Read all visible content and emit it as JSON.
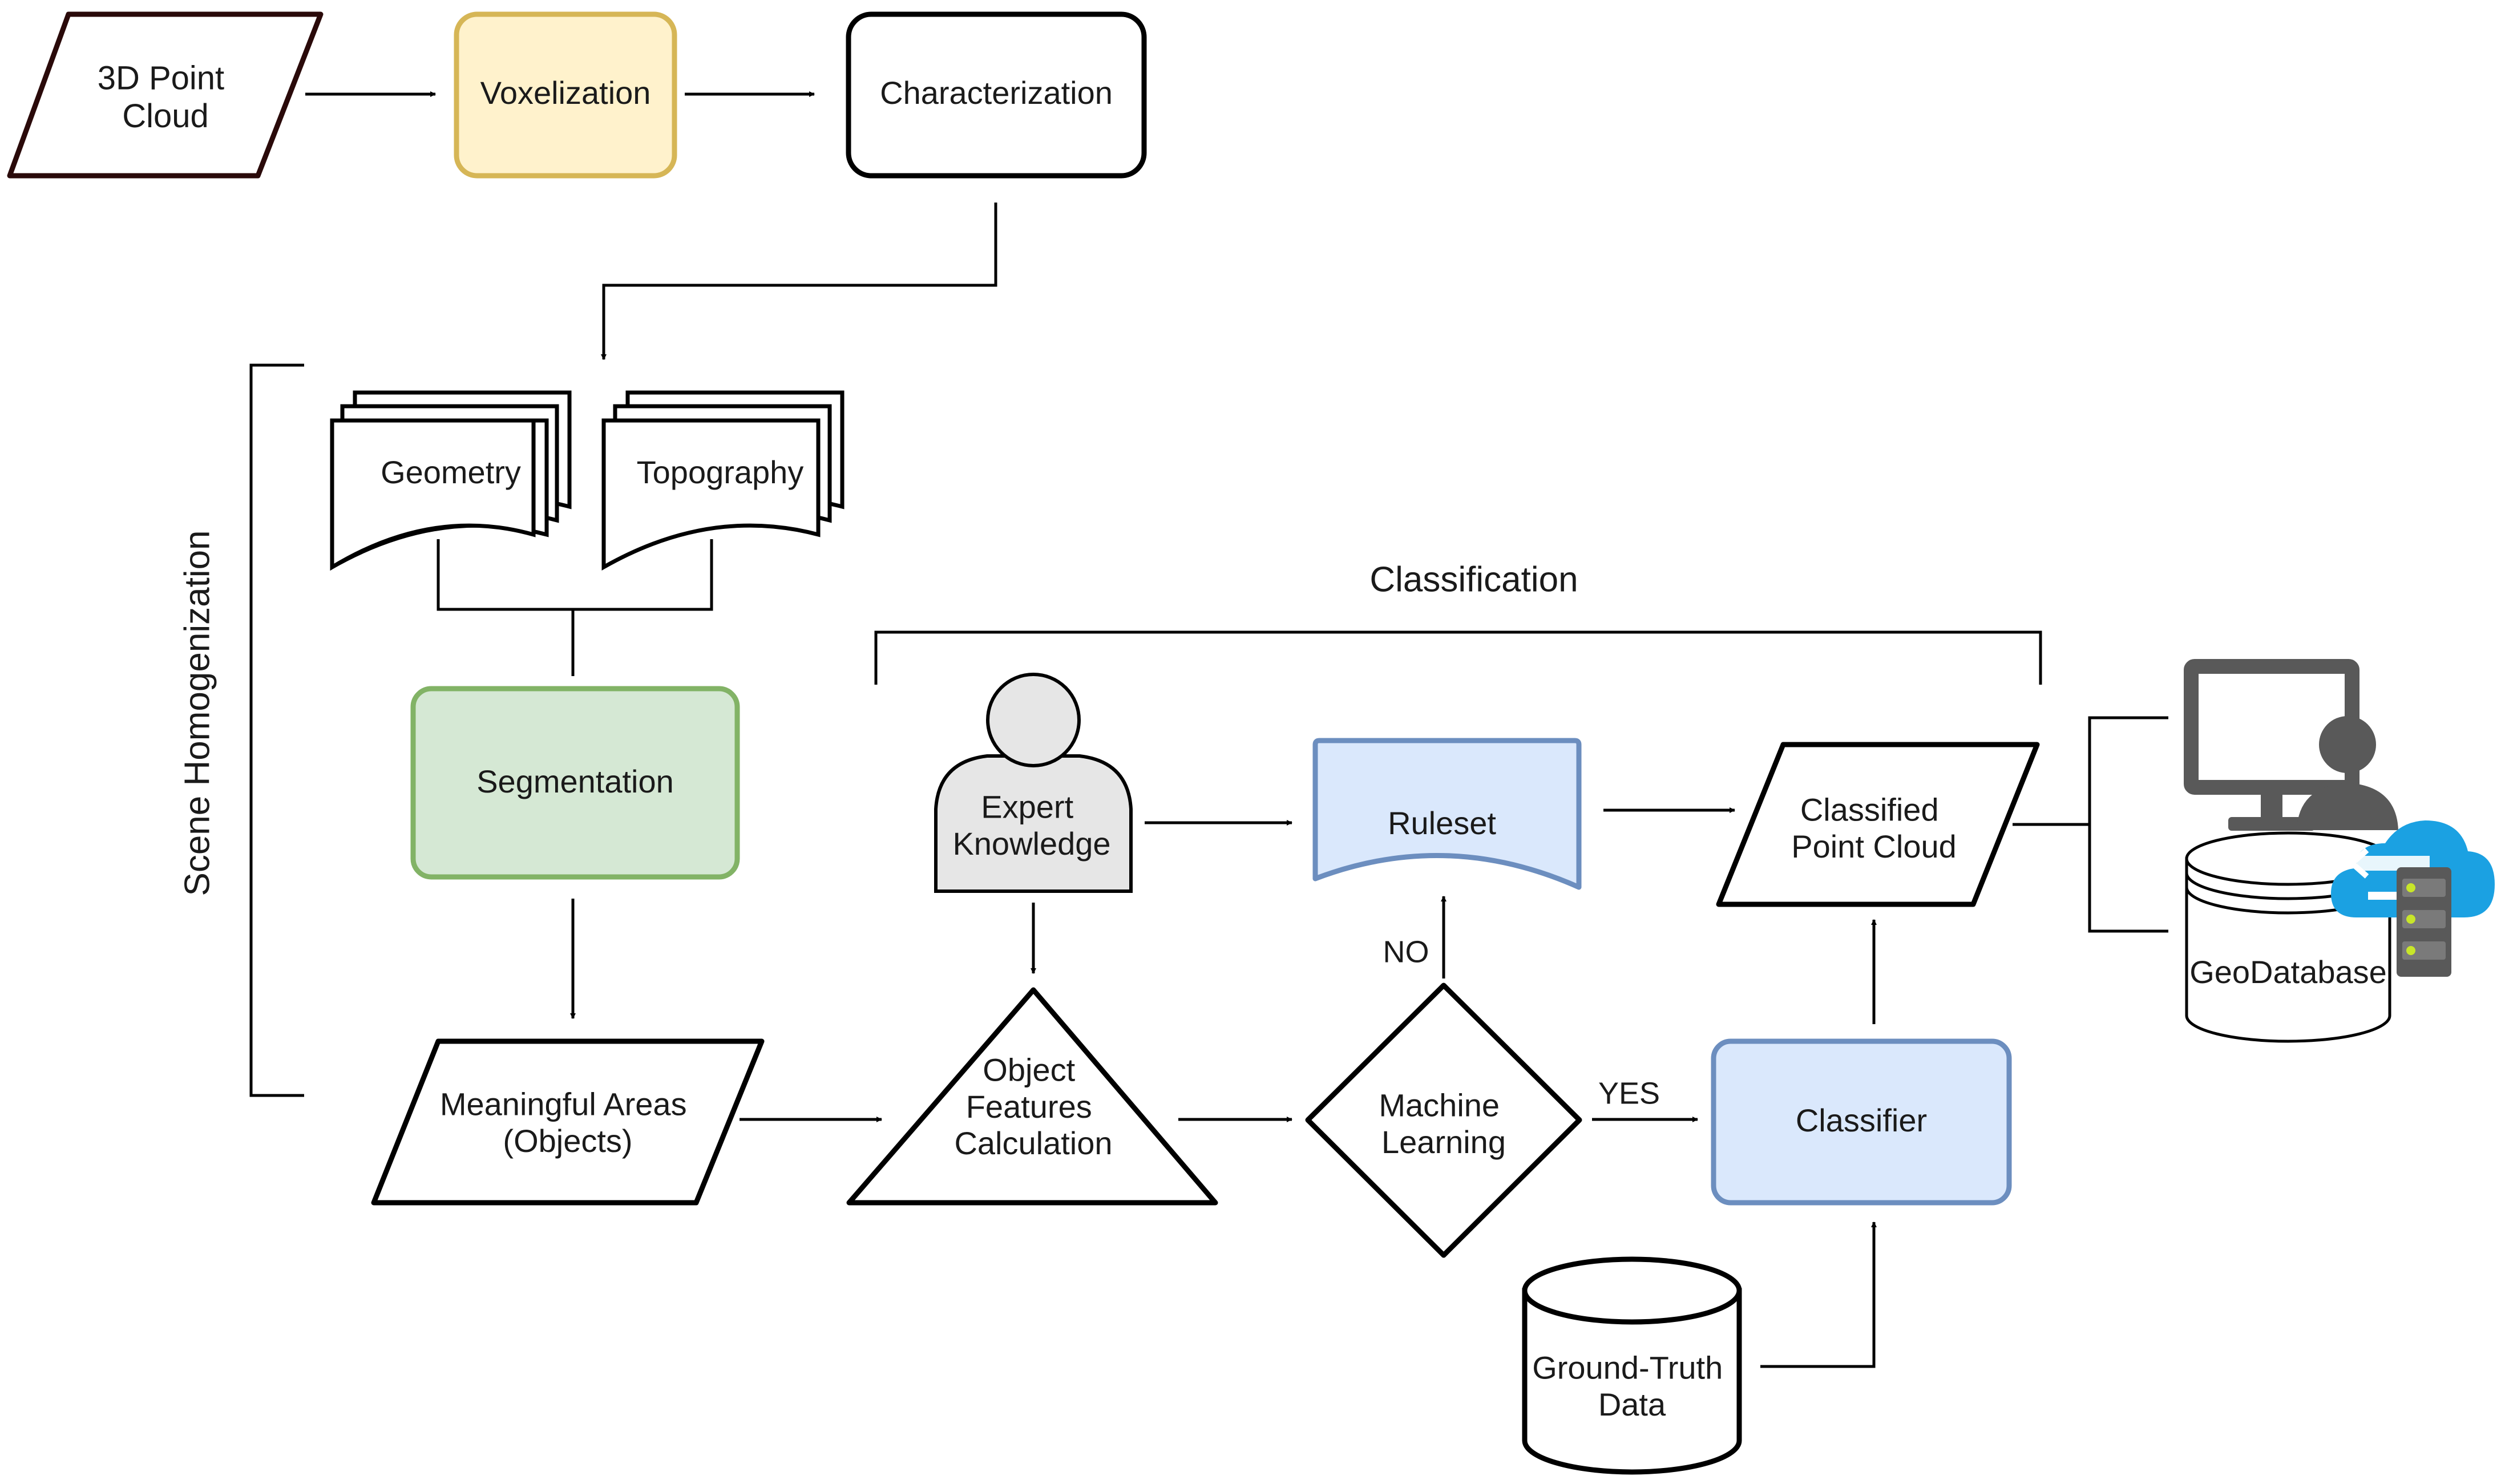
{
  "nodes": {
    "point_cloud": {
      "lines": [
        "3D Point",
        "Cloud"
      ]
    },
    "voxelization": {
      "lines": [
        "Voxelization"
      ]
    },
    "characterization": {
      "lines": [
        "Characterization"
      ]
    },
    "geometry": {
      "lines": [
        "Geometry"
      ]
    },
    "topography": {
      "lines": [
        "Topography"
      ]
    },
    "segmentation": {
      "lines": [
        "Segmentation"
      ]
    },
    "meaningful_areas": {
      "lines": [
        "Meaningful Areas",
        "(Objects)"
      ]
    },
    "expert_knowledge": {
      "lines": [
        "Expert",
        "Knowledge"
      ]
    },
    "object_features": {
      "lines": [
        "Object",
        "Features",
        "Calculation"
      ]
    },
    "ruleset": {
      "lines": [
        "Ruleset"
      ]
    },
    "machine_learning": {
      "lines": [
        "Machine",
        "Learning"
      ]
    },
    "classifier": {
      "lines": [
        "Classifier"
      ]
    },
    "ground_truth": {
      "lines": [
        "Ground-Truth",
        "Data"
      ]
    },
    "classified_point_cloud": {
      "lines": [
        "Classified",
        "Point Cloud"
      ]
    },
    "geodatabase": {
      "lines": [
        "GeoDatabase"
      ]
    }
  },
  "groups": {
    "scene_homogenization": "Scene Homogenization",
    "classification": "Classification"
  },
  "edge_labels": {
    "no": "NO",
    "yes": "YES"
  },
  "icons": [
    "user-workstation-icon",
    "cloud-server-icon"
  ],
  "colors": {
    "voxelization_fill": "#fff2cc",
    "voxelization_stroke": "#d6b656",
    "segmentation_fill": "#d5e8d4",
    "segmentation_stroke": "#82b366",
    "blue_fill": "#dae8fc",
    "blue_stroke": "#6c8ebf",
    "person_fill": "#e6e6e6",
    "parallelogram_stroke": "#2a0a0a",
    "cloud_fill": "#1ba1e2"
  }
}
